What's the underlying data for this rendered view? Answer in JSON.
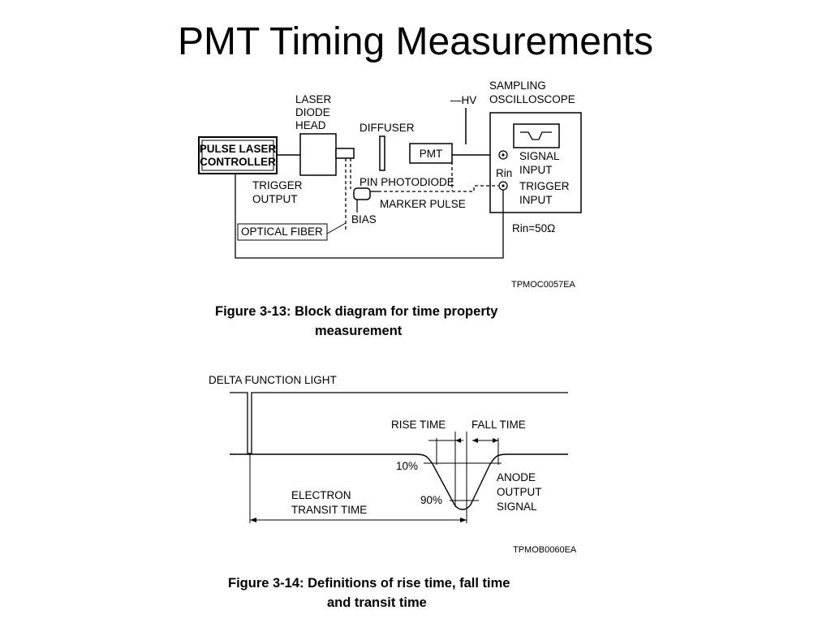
{
  "slide": {
    "title": "PMT Timing Measurements"
  },
  "figure1": {
    "labels": {
      "pulse_laser_controller": [
        "PULSE LASER",
        "CONTROLLER"
      ],
      "laser_diode_head": [
        "LASER",
        "DIODE",
        "HEAD"
      ],
      "diffuser": "DIFFUSER",
      "minus_hv": "—HV",
      "pmt": "PMT",
      "sampling_oscilloscope": [
        "SAMPLING",
        "OSCILLOSCOPE"
      ],
      "signal_input": [
        "SIGNAL",
        "INPUT"
      ],
      "rin": "Rin",
      "trigger_input": [
        "TRIGGER",
        "INPUT"
      ],
      "trigger_output": [
        "TRIGGER",
        "OUTPUT"
      ],
      "pin_photodiode": "PIN  PHOTODIODE",
      "marker_pulse": "MARKER PULSE",
      "bias": "BIAS",
      "optical_fiber": "OPTICAL FIBER",
      "rin_value": "Rin=50Ω",
      "code": "TPMOC0057EA"
    },
    "caption": [
      "Figure 3-13: Block diagram for time property",
      "measurement"
    ]
  },
  "figure2": {
    "labels": {
      "delta_function_light": "DELTA FUNCTION LIGHT",
      "rise_time": "RISE TIME",
      "fall_time": "FALL TIME",
      "ten_percent": "10%",
      "ninety_percent": "90%",
      "anode_output_signal": [
        "ANODE",
        "OUTPUT",
        "SIGNAL"
      ],
      "electron_transit_time": [
        "ELECTRON",
        "TRANSIT TIME"
      ],
      "code": "TPMOB0060EA"
    },
    "caption": [
      "Figure 3-14:  Definitions of rise time, fall time",
      "and transit time"
    ]
  }
}
